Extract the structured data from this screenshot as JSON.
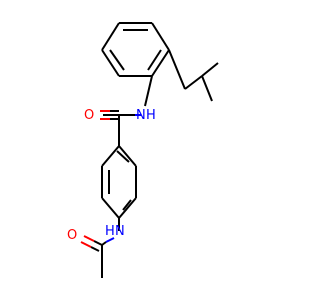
{
  "molecule": {
    "atoms": {
      "amide_n": {
        "symbol": "N",
        "label": "N",
        "element_color": "#0000ff"
      },
      "amide_h": {
        "symbol": "H",
        "label": "H",
        "element_color": "#0000ff"
      },
      "amide_o": {
        "symbol": "O",
        "label": "O",
        "element_color": "#ff0000"
      },
      "acetamide_n": {
        "symbol": "N",
        "label": "N",
        "element_color": "#0000ff"
      },
      "acetamide_h": {
        "symbol": "H",
        "label": "H",
        "element_color": "#0000ff"
      },
      "acetyl_o": {
        "symbol": "O",
        "label": "O",
        "element_color": "#ff0000"
      }
    },
    "colors": {
      "bond": "#000000",
      "oxygen": "#ff0000",
      "nitrogen": "#0000ff",
      "background": "#ffffff"
    }
  }
}
